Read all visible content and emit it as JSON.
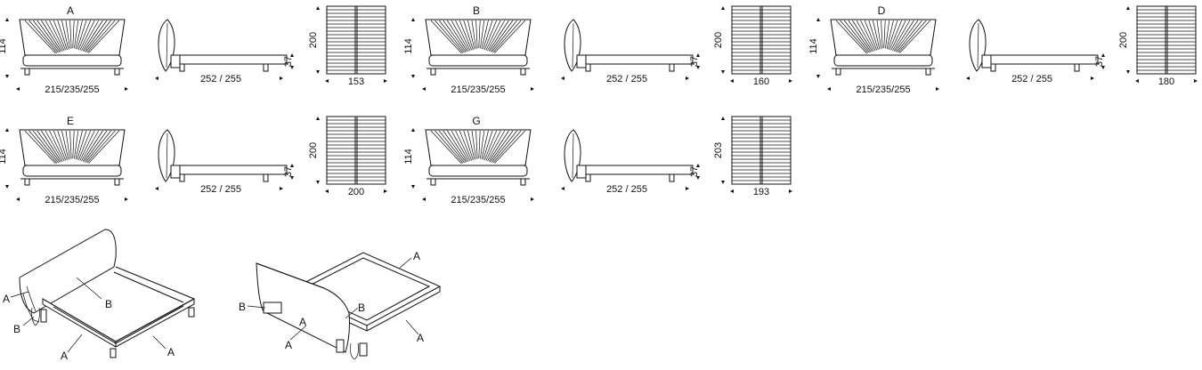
{
  "variants": [
    {
      "letter": "A",
      "height": "114",
      "width": "215/235/255",
      "length": "252 / 255",
      "leg": "37",
      "slat_len": "200",
      "slat_w": "153"
    },
    {
      "letter": "B",
      "height": "114",
      "width": "215/235/255",
      "length": "252 / 255",
      "leg": "37",
      "slat_len": "200",
      "slat_w": "160"
    },
    {
      "letter": "D",
      "height": "114",
      "width": "215/235/255",
      "length": "252 / 255",
      "leg": "37",
      "slat_len": "200",
      "slat_w": "180"
    },
    {
      "letter": "E",
      "height": "114",
      "width": "215/235/255",
      "length": "252 / 255",
      "leg": "37",
      "slat_len": "200",
      "slat_w": "200"
    },
    {
      "letter": "G",
      "height": "114",
      "width": "215/235/255",
      "length": "252 / 255",
      "leg": "37",
      "slat_len": "203",
      "slat_w": "193"
    }
  ],
  "iso_labels": {
    "a": "A",
    "b": "B"
  }
}
